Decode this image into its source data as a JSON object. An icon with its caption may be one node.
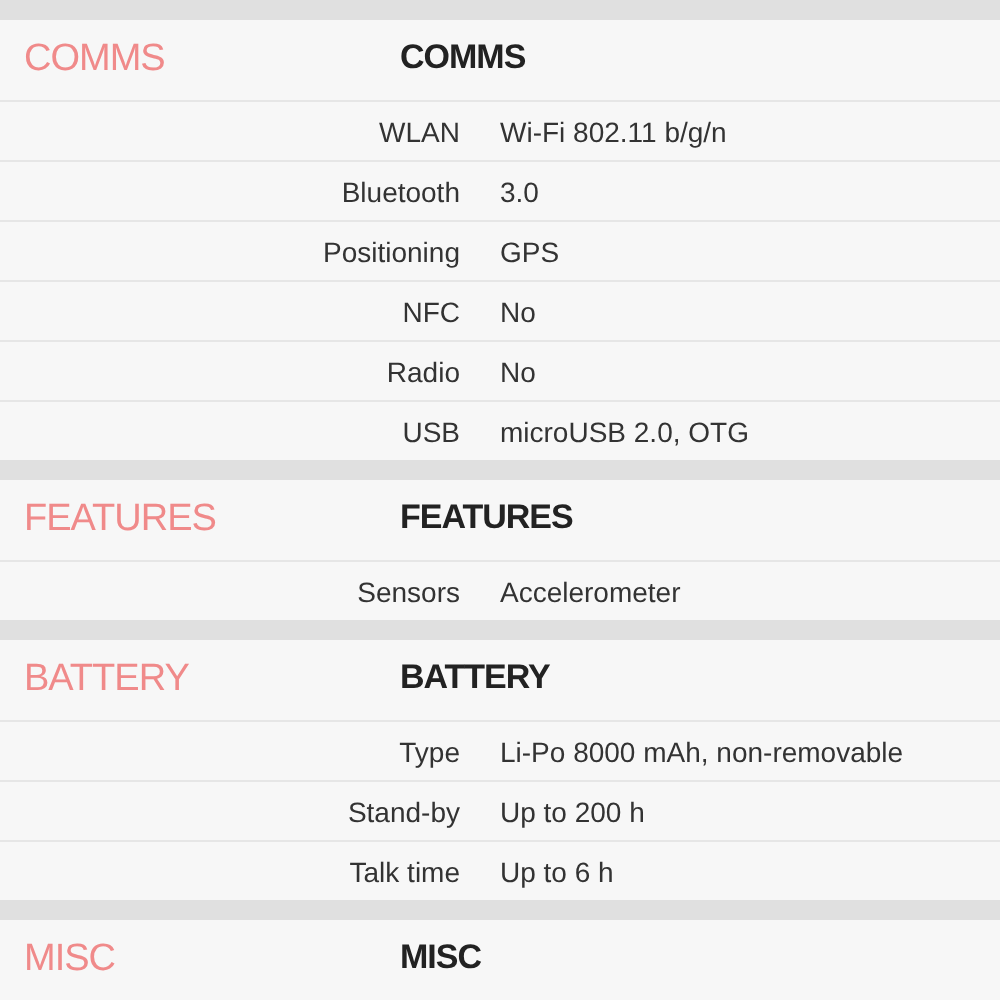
{
  "diagram": {
    "labels": [
      "COMMS",
      "COMMS",
      "WLAN",
      "Wi-Fi 802.11 b/g/n",
      "Bluetooth",
      "3.0",
      "Positioning",
      "GPS",
      "NFC",
      "No",
      "Radio",
      "No",
      "USB",
      "microUSB 2.0, OTG",
      "FEATURES",
      "FEATURES",
      "Sensors",
      "Accelerometer",
      "BATTERY",
      "BATTERY",
      "Type",
      "Li-Po 8000 mAh, non-removable",
      "Stand-by",
      "Up to 200 h",
      "Talk time",
      "Up to 6 h",
      "MISC",
      "MISC"
    ]
  }
}
